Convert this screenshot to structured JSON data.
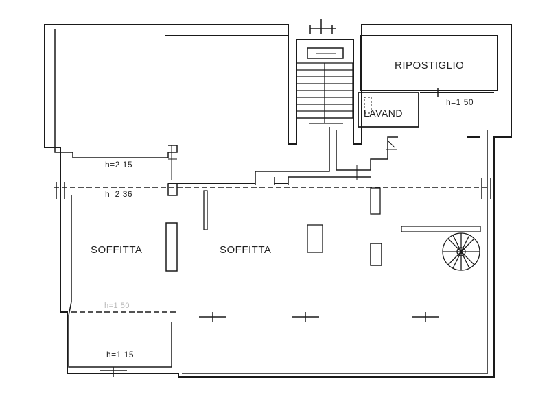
{
  "rooms": {
    "storage": "RIPOSTIGLIO",
    "laundry": "LAVAND",
    "attic_left": "SOFFITTA",
    "attic_center": "SOFFITTA"
  },
  "heights": {
    "top_left": "h=2 15",
    "mid_left": "h=2 36",
    "storage_side": "h=1 50",
    "lower_left": "h=1 50",
    "bottom": "h=1 15"
  },
  "colors": {
    "ink": "#1a1a1a",
    "paper": "#ffffff"
  }
}
